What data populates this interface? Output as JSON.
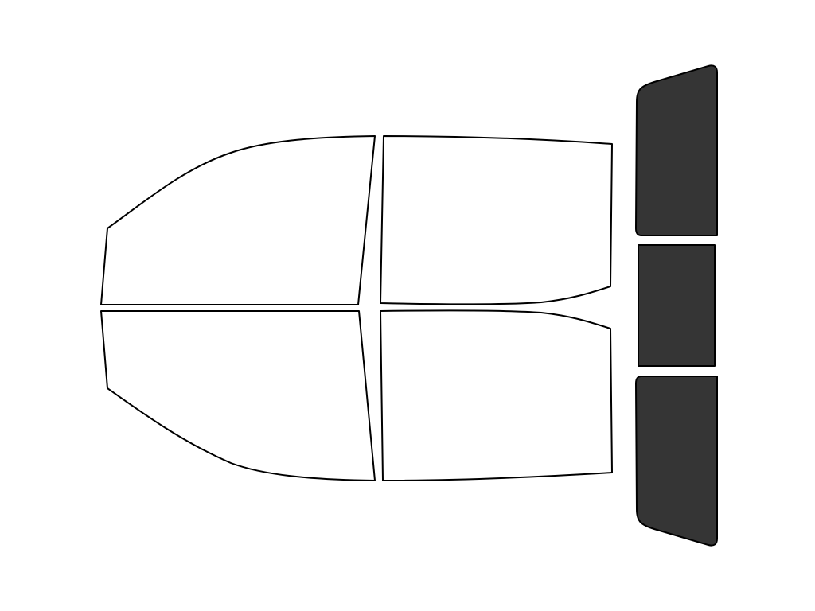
{
  "colors": {
    "background": "#ffffff",
    "outline": "#000000",
    "side_window_fill": "#ffffff",
    "rear_window_fill": "#353535"
  },
  "diagram": {
    "side_windows": [
      {
        "id": "front-top",
        "tinted": false
      },
      {
        "id": "rear-top",
        "tinted": false
      },
      {
        "id": "front-bottom",
        "tinted": false
      },
      {
        "id": "rear-bottom",
        "tinted": false
      }
    ],
    "rear_windows": [
      {
        "id": "rear-upper",
        "tinted": true
      },
      {
        "id": "rear-center",
        "tinted": true
      },
      {
        "id": "rear-lower",
        "tinted": true
      }
    ]
  }
}
